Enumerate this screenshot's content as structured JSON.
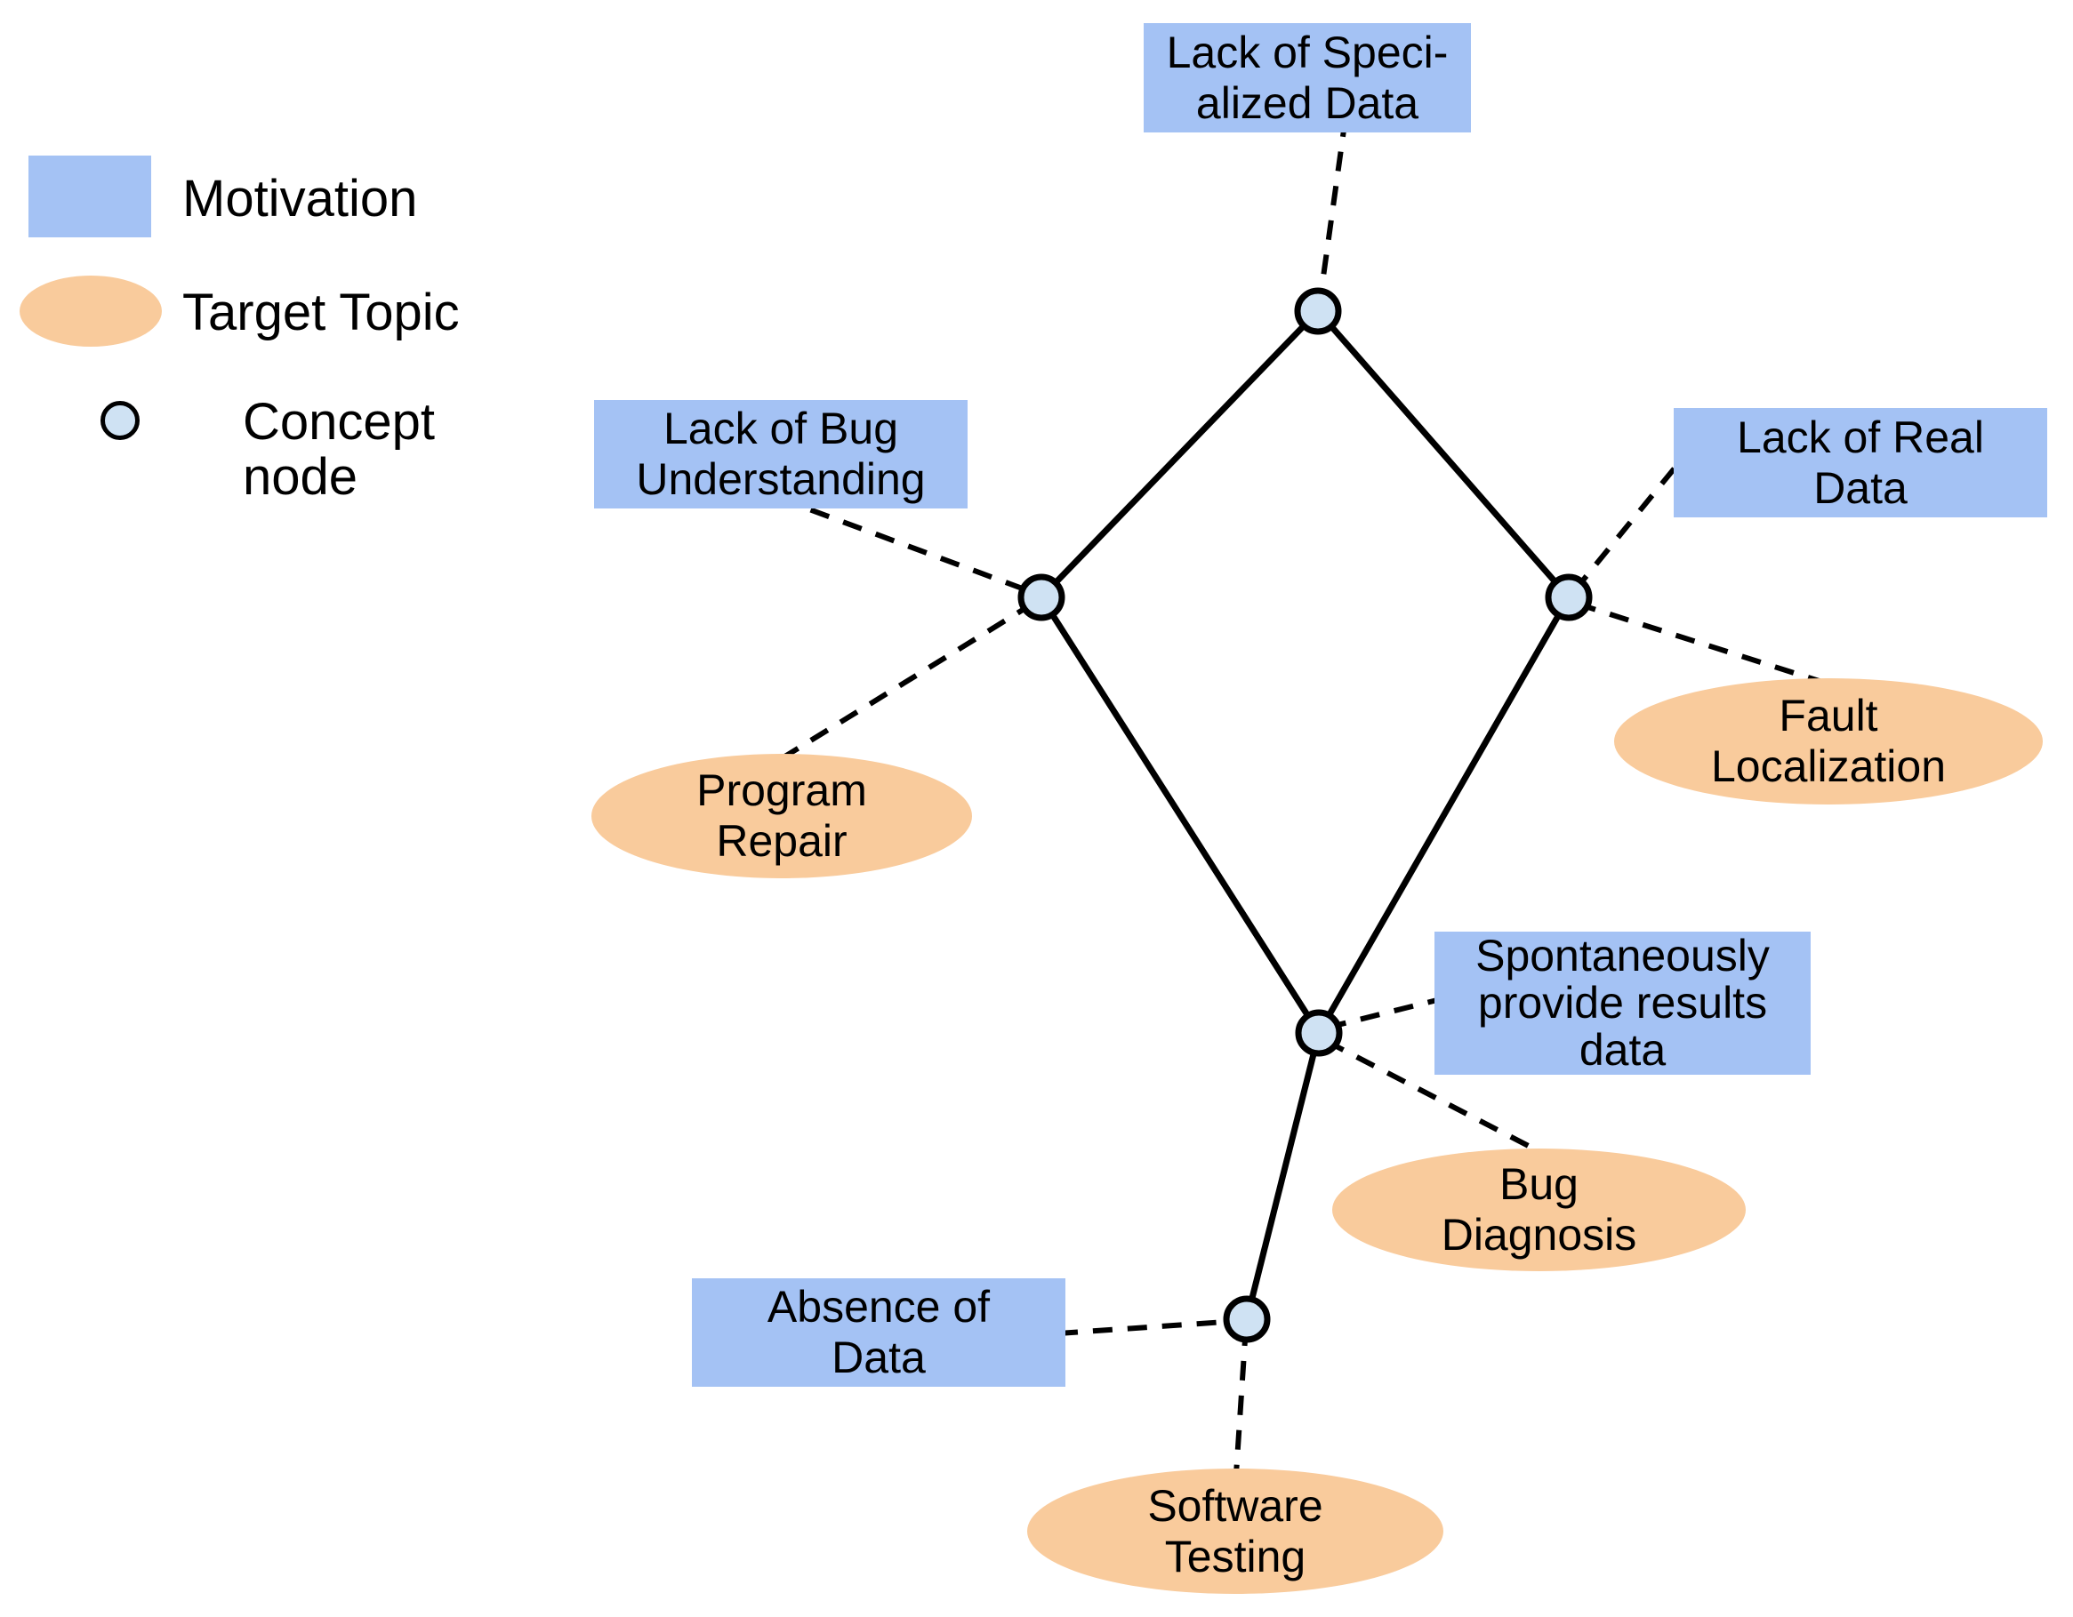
{
  "diagram": {
    "legend": {
      "items": [
        {
          "label": "Motivation",
          "shape": "rectangle",
          "color": "#a4c2f4"
        },
        {
          "label": "Target Topic",
          "shape": "ellipse",
          "color": "#f9cb9c"
        },
        {
          "label": "Concept\nnode",
          "shape": "circle",
          "color": "#cfe2f3"
        }
      ]
    },
    "motivations": [
      {
        "text": "Lack of Speci-\nalized Data"
      },
      {
        "text": "Lack of Bug\nUnderstanding"
      },
      {
        "text": "Lack of Real\nData"
      },
      {
        "text": "Spontaneously\nprovide results\ndata"
      },
      {
        "text": "Absence of\nData"
      }
    ],
    "target_topics": [
      {
        "text": "Program\nRepair"
      },
      {
        "text": "Fault\nLocalization"
      },
      {
        "text": "Bug\nDiagnosis"
      },
      {
        "text": "Software\nTesting"
      }
    ],
    "concept_nodes_count": 5,
    "structure": {
      "solid_edges": [
        "top node - left node",
        "top node - right node",
        "left node - center node",
        "right node - center node",
        "center node - bottom node"
      ],
      "dashed_links": [
        "Lack of Specialized Data - top node",
        "Lack of Bug Understanding - left node",
        "Program Repair - left node",
        "Lack of Real Data - right node",
        "Fault Localization - right node",
        "Spontaneously provide results data - center node",
        "Bug Diagnosis - center node",
        "Absence of Data - bottom node",
        "Software Testing - bottom node"
      ]
    },
    "colors": {
      "motivation_fill": "#a4c2f4",
      "target_topic_fill": "#f9cb9c",
      "concept_node_fill": "#cfe2f3",
      "line": "#000000",
      "background": "#ffffff"
    }
  }
}
